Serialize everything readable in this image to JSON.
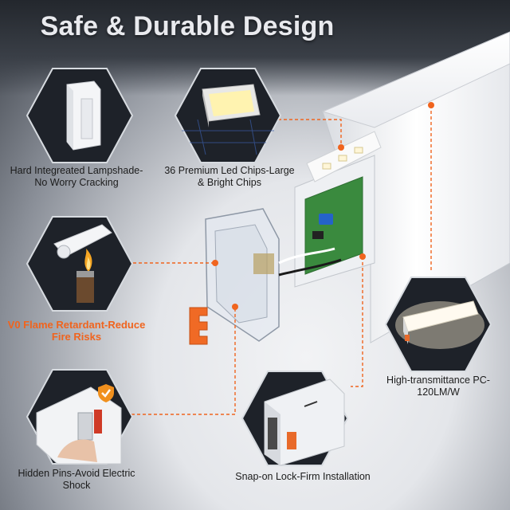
{
  "title": "Safe & Durable Design",
  "features": {
    "lampshade": {
      "caption": "Hard Integreated Lampshade- No Worry Cracking"
    },
    "chips": {
      "caption": "36 Premium Led Chips-Large & Bright Chips"
    },
    "flame": {
      "caption": "V0 Flame Retardant-Reduce Fire Risks"
    },
    "transmittance": {
      "caption": "High-transmittance PC-120LM/W"
    },
    "pins": {
      "caption": "Hidden Pins-Avoid Electric Shock"
    },
    "snapon": {
      "caption": "Snap-on Lock-Firm Installation"
    }
  },
  "colors": {
    "accent": "#f0641e",
    "hex_fill": "#1e2229",
    "title": "#e9eaee"
  },
  "icons": [
    "shield-check-icon"
  ]
}
